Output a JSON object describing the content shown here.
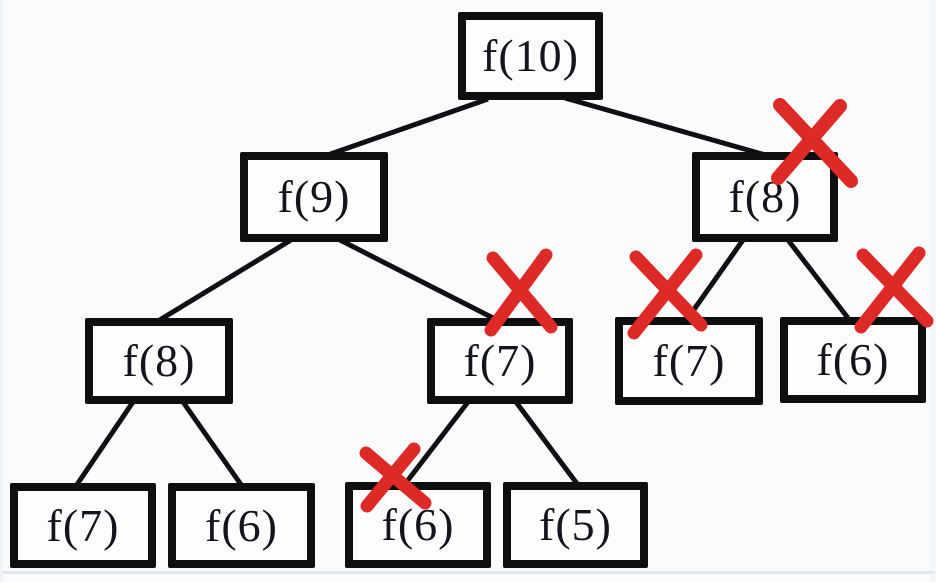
{
  "diagram": {
    "type": "recursion-tree",
    "nodes": [
      {
        "id": "f10",
        "label": "f(10)",
        "pruned": false
      },
      {
        "id": "f9",
        "label": "f(9)",
        "pruned": false
      },
      {
        "id": "f8-right",
        "label": "f(8)",
        "pruned": true
      },
      {
        "id": "f8-left",
        "label": "f(8)",
        "pruned": false
      },
      {
        "id": "f7-mid",
        "label": "f(7)",
        "pruned": true
      },
      {
        "id": "f7-right",
        "label": "f(7)",
        "pruned": true
      },
      {
        "id": "f6-right",
        "label": "f(6)",
        "pruned": true
      },
      {
        "id": "f7-bottom",
        "label": "f(7)",
        "pruned": false
      },
      {
        "id": "f6-bottom-left",
        "label": "f(6)",
        "pruned": false
      },
      {
        "id": "f6-bottom-mid",
        "label": "f(6)",
        "pruned": true
      },
      {
        "id": "f5-bottom",
        "label": "f(5)",
        "pruned": false
      }
    ],
    "edges": [
      {
        "from": "f10",
        "to": "f9"
      },
      {
        "from": "f10",
        "to": "f8-right"
      },
      {
        "from": "f9",
        "to": "f8-left"
      },
      {
        "from": "f9",
        "to": "f7-mid"
      },
      {
        "from": "f8-right",
        "to": "f7-right"
      },
      {
        "from": "f8-right",
        "to": "f6-right"
      },
      {
        "from": "f8-left",
        "to": "f7-bottom"
      },
      {
        "from": "f8-left",
        "to": "f6-bottom-left"
      },
      {
        "from": "f7-mid",
        "to": "f6-bottom-mid"
      },
      {
        "from": "f7-mid",
        "to": "f5-bottom"
      }
    ],
    "colors": {
      "background": "#fafbfc",
      "box_border": "#0f0f12",
      "box_fill": "#fdfdfe",
      "text": "#14141e",
      "edge_line": "#101014",
      "pruned_x": "#dd2a26"
    }
  }
}
